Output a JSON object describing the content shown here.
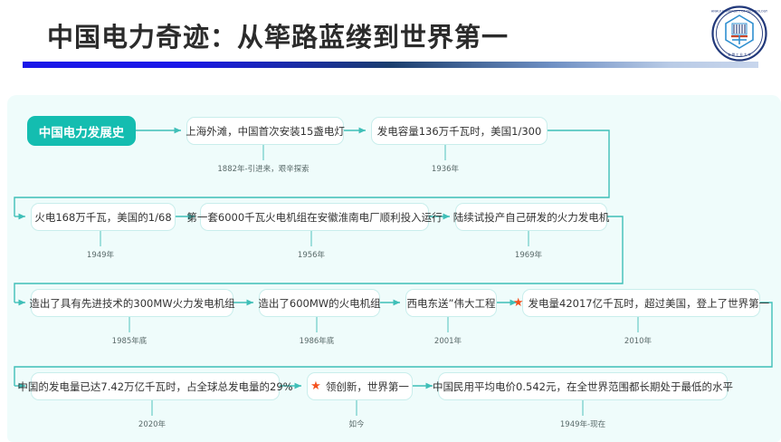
{
  "header": {
    "title": "中国电力奇迹：从筚路蓝缕到世界第一",
    "logo_name": "university-logo",
    "rule_colors": [
      "#1a17e8",
      "#1b3e6e",
      "#c8d6ec"
    ]
  },
  "theme": {
    "panel_bg": "#effcfb",
    "node_bg": "#ffffff",
    "node_border": "#c9eeec",
    "accent": "#14BDB0",
    "wire": "#3fbfb8",
    "star": "#F4511E",
    "caption_color": "#5a6a6a"
  },
  "diagram": {
    "root": {
      "label": "中国电力发展史"
    },
    "rows": [
      {
        "nodes": [
          {
            "label": "上海外滩，中国首次安装15盏电灯",
            "caption": "1882年-引进来，艰辛探索",
            "star": false
          },
          {
            "label": "发电容量136万千瓦时，美国1/300",
            "caption": "1936年",
            "star": false
          }
        ]
      },
      {
        "nodes": [
          {
            "label": "火电168万千瓦，美国的1/68",
            "caption": "1949年",
            "star": false
          },
          {
            "label": "第一套6000千瓦火电机组在安徽淮南电厂顺利投入运行",
            "caption": "1956年",
            "star": false
          },
          {
            "label": "陆续试投产自己研发的火力发电机",
            "caption": "1969年",
            "star": false
          }
        ]
      },
      {
        "nodes": [
          {
            "label": "造出了具有先进技术的300MW火力发电机组",
            "caption": "1985年底",
            "star": false
          },
          {
            "label": "造出了600MW的火电机组",
            "caption": "1986年底",
            "star": false
          },
          {
            "label": "西电东送”伟大工程",
            "caption": "2001年",
            "star": false
          },
          {
            "label": "发电量42017亿千瓦时，超过美国，登上了世界第一",
            "caption": "2010年",
            "star": true
          }
        ]
      },
      {
        "nodes": [
          {
            "label": "中国的发电量已达7.42万亿千瓦时，占全球总发电量的29%",
            "caption": "2020年",
            "star": false
          },
          {
            "label": "领创新，世界第一",
            "caption": "如今",
            "star": true
          },
          {
            "label": "中国民用平均电价0.542元，在全世界范围都长期处于最低的水平",
            "caption": "1949年-现在",
            "star": false
          }
        ]
      }
    ]
  }
}
